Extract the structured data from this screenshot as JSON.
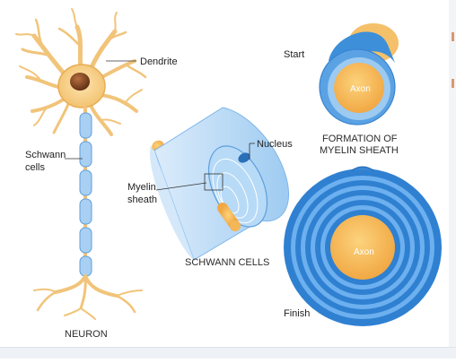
{
  "labels": {
    "dendrite": "Dendrite",
    "schwann_cells_line1": "Schwann",
    "schwann_cells_line2": "cells",
    "neuron": "NEURON",
    "myelin_line1": "Myelin",
    "myelin_line2": "sheath",
    "nucleus": "Nucleus",
    "schwann_title": "SCHWANN CELLS",
    "start": "Start",
    "formation_line1": "FORMATION OF",
    "formation_line2": "MYELIN SHEATH",
    "axon_top": "Axon",
    "axon_bottom": "Axon",
    "finish": "Finish"
  },
  "colors": {
    "neuron_body": "#f6cf88",
    "neuron_stroke": "#e2a94e",
    "nucleus": "#8a4b25",
    "sheath_light": "#cfe5f9",
    "sheath_mid": "#8fc3ef",
    "sheath_dark": "#3d8fd9",
    "axon": "#f4b758",
    "axon_light": "#f8d489",
    "label_text": "#222222",
    "title_text": "#2b2b2b"
  }
}
